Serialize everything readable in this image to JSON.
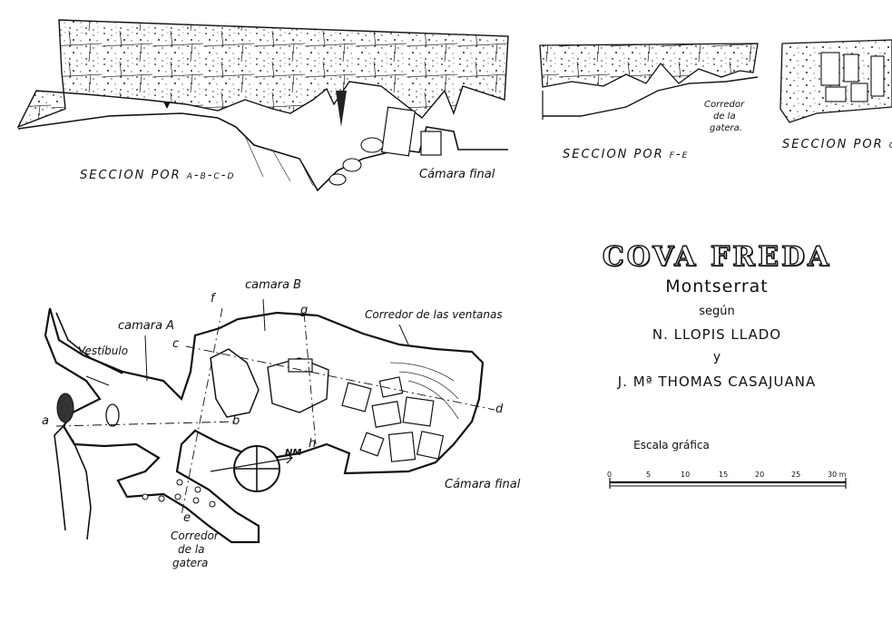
{
  "sections": {
    "abcd": "SECCION POR a-b-c-d",
    "fe": "SECCION POR f-e",
    "gh": "SECCION POR g-h"
  },
  "section_labels": {
    "camara_final": "Cámara final",
    "corredor_gatera": [
      "Corredor",
      "de la",
      "gatera."
    ]
  },
  "plan_labels": {
    "vestibulo": "Vestíbulo",
    "camara_a": "camara A",
    "camara_b": "camara B",
    "corredor_ventanas": "Corredor de las ventanas",
    "camara_final": "Cámara final",
    "corredor_gatera": [
      "Corredor",
      "de la",
      "gatera"
    ],
    "north": "NM",
    "letters": {
      "a": "a",
      "b": "b",
      "c": "c",
      "d": "d",
      "e": "e",
      "f": "f",
      "g": "g",
      "h": "h"
    }
  },
  "title": {
    "name": "COVA FREDA",
    "place": "Montserrat",
    "segun": "según",
    "author1": "N. LLOPIS  LLADO",
    "conj": "y",
    "author2": "J. Mª THOMAS   CASAJUANA"
  },
  "scale": {
    "title": "Escala gráfica",
    "ticks": [
      "0",
      "5",
      "10",
      "15",
      "20",
      "25",
      "30 m"
    ]
  }
}
